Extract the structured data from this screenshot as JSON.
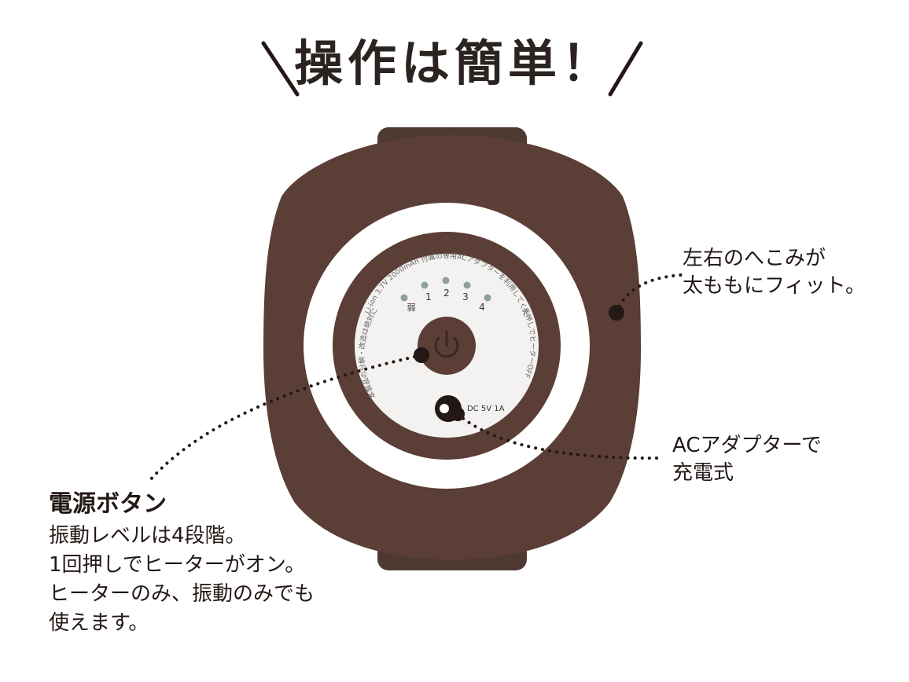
{
  "title": "操作は簡単！",
  "colors": {
    "device_body": "#5b3e35",
    "device_body_dark": "#4e342c",
    "ring_white": "#ffffff",
    "panel_face": "#f4f2f1",
    "text": "#231815"
  },
  "device": {
    "panel_text_top": "Li-ion 3.7V 2000mAh 付属の専用ACアダプターを利用してください",
    "panel_text_left": "本製品の分解・改造は絶対にしないでください。",
    "panel_text_right": "長押しでヒーターOFF",
    "level_labels": [
      "弱",
      "1",
      "2",
      "3",
      "4"
    ],
    "dc_label": "DC 5V 1A",
    "power_icon": "power-icon"
  },
  "callouts": {
    "right_top": [
      "左右のへこみが",
      "太ももにフィット。"
    ],
    "right_bottom": [
      "ACアダプターで",
      "充電式"
    ],
    "left_heading": "電源ボタン",
    "left_lines": [
      "振動レベルは4段階。",
      "1回押しでヒーターがオン。",
      "ヒーターのみ、振動のみでも",
      "使えます。"
    ]
  }
}
